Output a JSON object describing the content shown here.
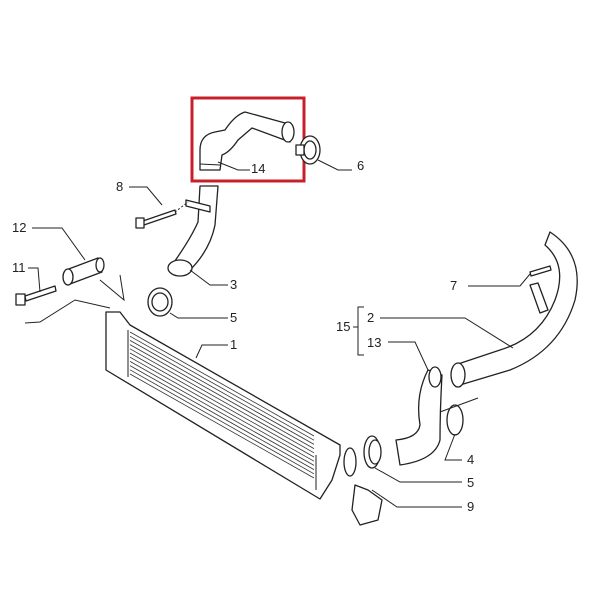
{
  "diagram": {
    "highlight_color": "#c8202b",
    "callouts": {
      "p14": "14",
      "p6": "6",
      "p8": "8",
      "p3": "3",
      "p12": "12",
      "p11": "11",
      "p5a": "5",
      "p1": "1",
      "p7": "7",
      "p15": "15",
      "p2": "2",
      "p13": "13",
      "p4": "4",
      "p5b": "5",
      "p9": "9"
    }
  }
}
